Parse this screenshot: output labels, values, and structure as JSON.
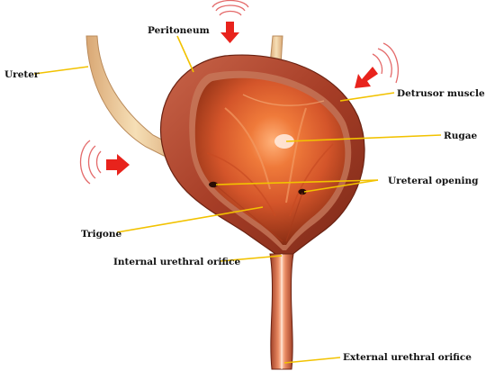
{
  "labels": {
    "peritoneum": "Peritoneum",
    "ureter": "Ureter",
    "detrusor": "Detrusor muscle",
    "rugae": "Rugae",
    "ureteral_opening": "Ureteral opening",
    "trigone": "Trigone",
    "internal_orifice": "Internal urethral orifice",
    "external_orifice": "External urethral orifice"
  },
  "icons": {
    "pressure_arrow": "pressure-arrow-icon",
    "sound_waves": "vibration-waves-icon"
  },
  "colors": {
    "leader_line": "#f2c200",
    "arrow": "#e8231c",
    "waves": "#e46a6a",
    "bladder_wall": "#b4432c",
    "lumen": "#e4622a",
    "ureter_tube": "#e8c99a"
  }
}
